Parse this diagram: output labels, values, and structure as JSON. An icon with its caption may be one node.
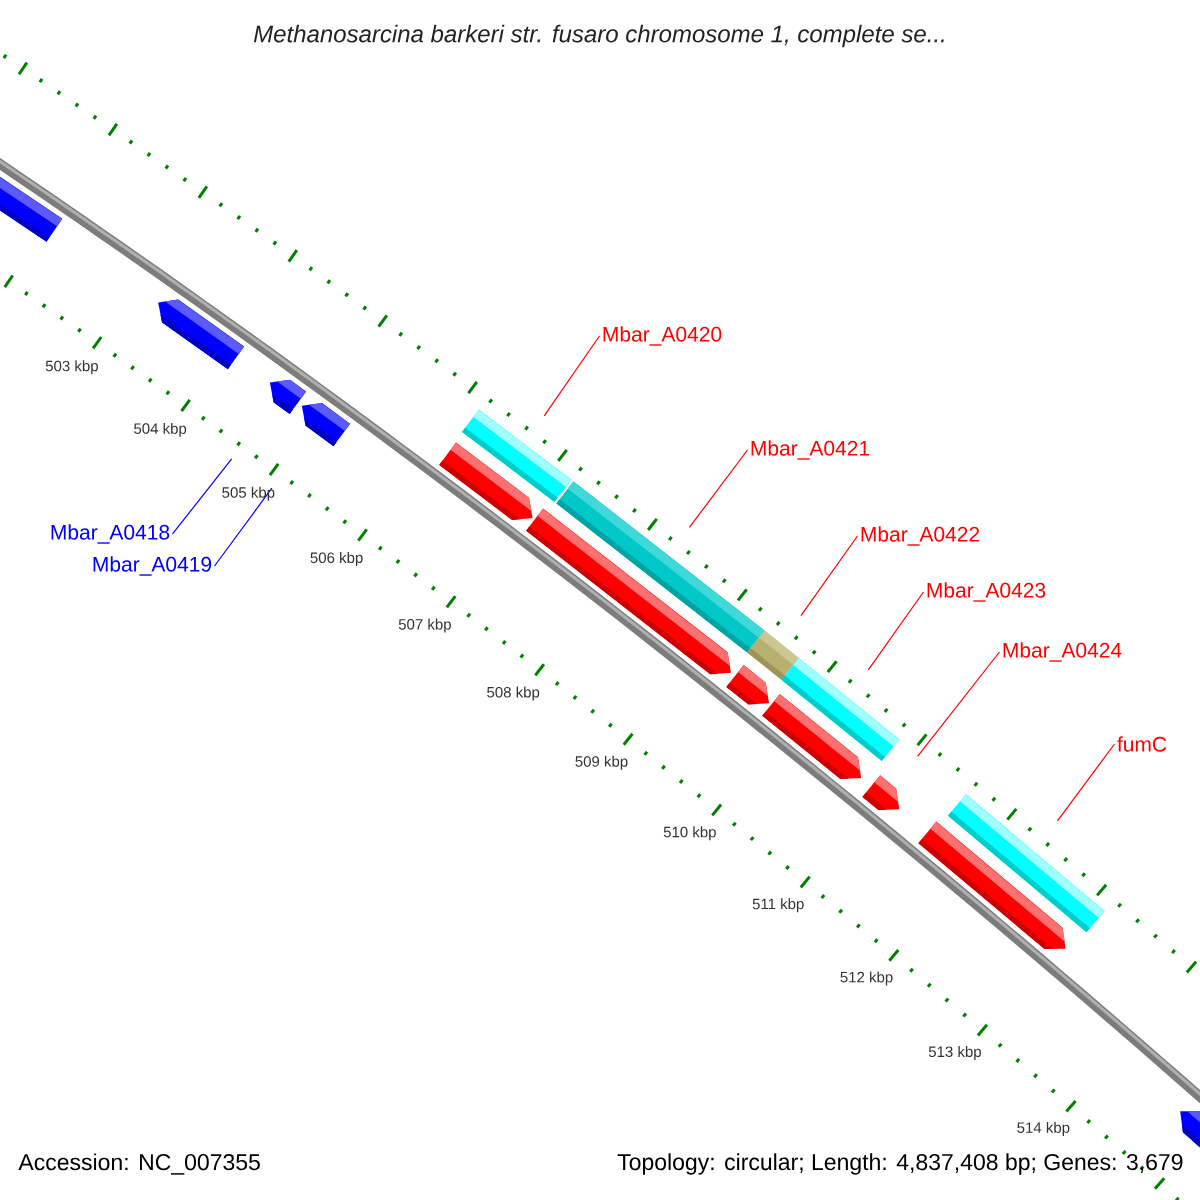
{
  "diagram": {
    "title": "Methanosarcina barkeri str. fusaro chromosome 1, complete se...",
    "nodes": [
      {
        "text": [
          "Mbar_A0418"
        ]
      },
      {
        "text": [
          "Mbar_A0419"
        ]
      },
      {
        "text": [
          "Mbar_A0420"
        ]
      },
      {
        "text": [
          "Mbar_A0421"
        ]
      },
      {
        "text": [
          "Mbar_A0422"
        ]
      },
      {
        "text": [
          "Mbar_A0423"
        ]
      },
      {
        "text": [
          "Mbar_A0424"
        ]
      },
      {
        "text": [
          "fumC"
        ]
      },
      {
        "text": [],
        "shape": "bar"
      },
      {
        "text": [],
        "shape": "bar"
      },
      {
        "text": [],
        "shape": "bar"
      },
      {
        "text": [],
        "shape": "bar"
      },
      {
        "text": [],
        "shape": "bar"
      },
      {
        "text": [],
        "shape": "bar"
      },
      {
        "text": [],
        "shape": "bar"
      },
      {
        "text": [],
        "shape": "bar"
      }
    ],
    "edges": [
      {
        "from": 0,
        "to": 8,
        "arrow": "none",
        "color": "#0000ff"
      },
      {
        "from": 1,
        "to": 9,
        "arrow": "none",
        "color": "#0000ff"
      },
      {
        "from": 2,
        "to": 10,
        "arrow": "none"
      },
      {
        "from": 3,
        "to": 11,
        "arrow": "none"
      },
      {
        "from": 4,
        "to": 12,
        "arrow": "none"
      },
      {
        "from": 5,
        "to": 13,
        "arrow": "none"
      },
      {
        "from": 6,
        "to": 14,
        "arrow": "none"
      },
      {
        "from": 7,
        "to": 15,
        "arrow": "none"
      }
    ],
    "labels": [
      "503 kbp",
      "504 kbp",
      "505 kbp",
      "506 kbp",
      "507 kbp",
      "508 kbp",
      "509 kbp",
      "510 kbp",
      "511 kbp",
      "512 kbp",
      "513 kbp",
      "514 kbp",
      "Accession: NC_007355",
      "Topology: circular; Length: 4,837,408 bp; Genes: 3,679"
    ]
  }
}
